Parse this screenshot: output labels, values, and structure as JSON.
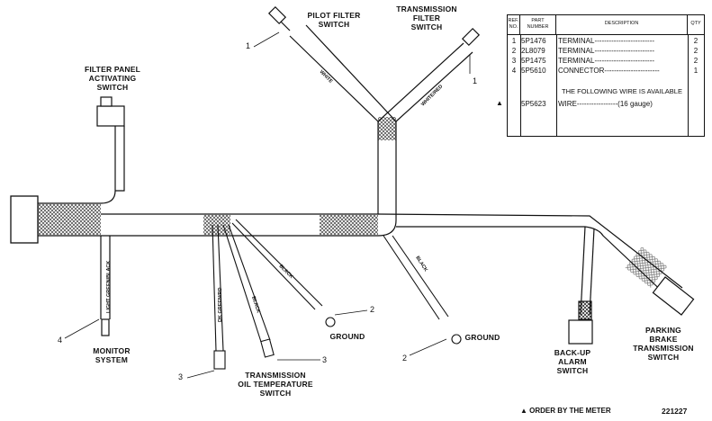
{
  "labels": {
    "pilot_filter": "PILOT FILTER\nSWITCH",
    "transmission_filter": "TRANSMISSION\nFILTER\nSWITCH",
    "filter_panel": "FILTER PANEL\nACTIVATING\nSWITCH",
    "monitor": "MONITOR\nSYSTEM",
    "trans_oil": "TRANSMISSION\nOIL TEMPERATURE\nSWITCH",
    "ground_a": "GROUND",
    "ground_b": "GROUND",
    "backup": "BACK-UP\nALARM\nSWITCH",
    "parking": "PARKING\nBRAKE\nTRANSMISSION\nSWITCH"
  },
  "wire_labels": {
    "white": "WHITE",
    "white_red": "WHITE/RED",
    "black_1": "BLACK",
    "black_2": "BLACK",
    "black_3": "BLACK",
    "light_green_black": "LIGHT GREEN/BLACK",
    "dk_green_red": "DK GREEN/RD"
  },
  "callouts": {
    "c1a": "1",
    "c1b": "1",
    "c2a": "2",
    "c2b": "2",
    "c3a": "3",
    "c3b": "3",
    "c4": "4"
  },
  "parts_table": {
    "headers": {
      "ref": "REF.\nNO.",
      "part": "PART\nNUMBER",
      "desc": "DESCRIPTION",
      "qty": "QTY"
    },
    "rows": [
      {
        "ref": "1",
        "part": "5P1476",
        "desc": "TERMINAL-------------------------",
        "qty": "2"
      },
      {
        "ref": "2",
        "part": "2L8079",
        "desc": "TERMINAL-------------------------",
        "qty": "2"
      },
      {
        "ref": "3",
        "part": "5P1475",
        "desc": "TERMINAL-------------------------",
        "qty": "2"
      },
      {
        "ref": "4",
        "part": "5P5610",
        "desc": "CONNECTOR-----------------------",
        "qty": "1"
      }
    ],
    "available_note": "THE FOLLOWING WIRE IS AVAILABLE",
    "wire_row": {
      "marker": "▲",
      "part": "5P5623",
      "desc": "WIRE-----------------(16 gauge)"
    }
  },
  "footer": {
    "note": "▲ ORDER BY THE METER",
    "code": "221227"
  }
}
